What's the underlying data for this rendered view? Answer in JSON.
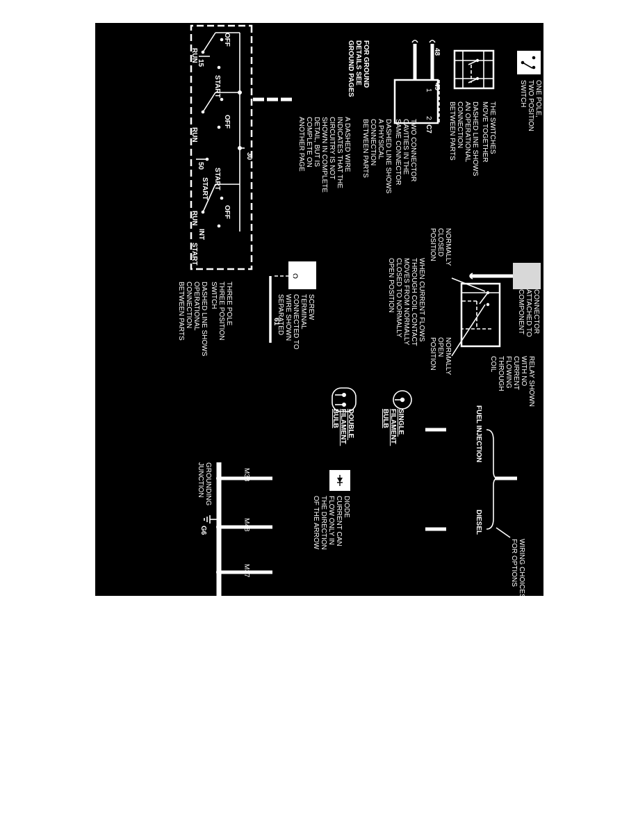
{
  "legend": {
    "one_pole_switch": [
      "ONE POLE,",
      "TWO POSITION",
      "SWITCH"
    ],
    "dual_switch": [
      "THE SWITCHES",
      "MOVE TOGETHER",
      "DASHED LINE SHOWS",
      "AN OPERATIONAL",
      "CONNECTION",
      "BETWEEN PARTS"
    ],
    "connector_attached": [
      "CONNECTOR",
      "ATTACHED TO",
      "COMPONENT"
    ],
    "relay": [
      "RELAY SHOWN",
      "WITH NO",
      "CURRENT",
      "FLOWING",
      "THROUGH",
      "COIL"
    ],
    "relay_closed": [
      "NORMALLY",
      "CLOSED",
      "POSITION"
    ],
    "relay_open": [
      "NORMALLY",
      "OPEN",
      "POSITION"
    ],
    "relay_flow": [
      "WHEN CURRENT FLOWS",
      "THROUGH COIL CONTACT",
      "MOVES FROM NORMALLY",
      "CLOSED TO NORMALLY",
      "OPEN POSITION"
    ],
    "wiring_choices": [
      "WIRING CHOICES",
      "FOR OPTIONS"
    ],
    "fuel_injection": "FUEL INJECTION",
    "diesel": "DIESEL",
    "single_bulb": [
      "SINGLE",
      "FILAMENT",
      "BULB"
    ],
    "double_bulb": [
      "DOUBLE",
      "FILAMENT",
      "BULB"
    ],
    "connector_cavities": [
      "TWO CONNECTOR",
      "CAVITIES IN THE",
      "SAME CONNECTOR",
      "DASHED LINE SHOWS",
      "A PHYSICAL",
      "CONNECTION",
      "BETWEEN PARTS"
    ],
    "wire_48": "48",
    "wire_49": "49",
    "cavity_1": "1",
    "cavity_2": "2",
    "connector_c7": "C7",
    "screw_terminal": [
      "SCREW",
      "TERMINAL",
      "CONNECTED TO",
      "WIRE SHOWN",
      "SEPARATED"
    ],
    "wire_61": "61",
    "diode": [
      "DIODE",
      "CURRENT CAN",
      "FLOW ONLY IN",
      "THE DIRECTION",
      "OF THE ARROW"
    ],
    "dashed_wire": [
      "A DASHED WIRE",
      "INDICATES THAT THE",
      "CIRCUITRY IS NOT",
      "SHOWN IN COMPLETE",
      "DETAIL, BUT IS",
      "COMPLETE ON",
      "ANOTHER PAGE"
    ],
    "ground_note": [
      "FOR GROUND",
      "DETAILS SEE",
      "GROUND PAGES"
    ],
    "grounding_junction": [
      "GROUNDING",
      "JUNCTION"
    ],
    "ground_m38": "M38",
    "ground_m48": "M48",
    "ground_m37": "M37",
    "ground_g6": "G6",
    "three_pole": [
      "THREE POLE",
      "THREE POSITION",
      "SWITCH",
      "DASHED LINE SHOWS",
      "OPERATIONAL",
      "CONNECTION",
      "BETWEEN PARTS"
    ],
    "sw_off": "OFF",
    "sw_run": "RUN",
    "sw_start": "START",
    "sw_int": "INT",
    "wire_15": "15",
    "wire_30": "30",
    "wire_50": "50"
  }
}
